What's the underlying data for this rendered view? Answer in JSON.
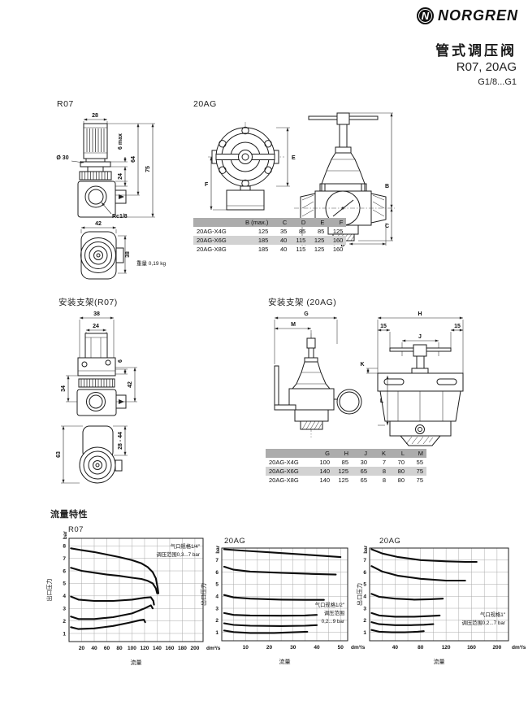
{
  "header": {
    "brand": "NORGREN",
    "emblem": "N",
    "title": "管式调压阀",
    "models": "R07, 20AG",
    "sizes": "G1/8...G1"
  },
  "sections": {
    "r07": "R07",
    "ag20": "20AG",
    "bracket_r07": "安装支架(R07)",
    "bracket_20ag": "安装支架 (20AG)",
    "flow": "流量特性"
  },
  "drawings": {
    "r07": {
      "w28": "28",
      "dia30": "Ø 30",
      "travel": "6 max",
      "h24": "24",
      "h64": "64",
      "h75": "75",
      "port": "Rc1/8",
      "w42": "42",
      "h38": "38",
      "weight": "重量 0,19 kg"
    },
    "ag20": {
      "e": "E",
      "f": "F",
      "b": "B",
      "c": "C",
      "d": "D"
    },
    "bracket_r07": {
      "w38": "38",
      "w24": "24",
      "h6": "6",
      "h42": "42",
      "h34": "34",
      "h63": "63",
      "slot": "28 - 44"
    },
    "bracket_20ag": {
      "g": "G",
      "m": "M",
      "h": "H",
      "left15": "15",
      "right15": "15",
      "j": "J",
      "k": "K",
      "l": "L"
    }
  },
  "dim_table_1": {
    "headers": [
      "",
      "B (max.)",
      "C",
      "D",
      "E",
      "F"
    ],
    "rows": [
      [
        "20AG-X4G",
        "125",
        "35",
        "85",
        "85",
        "125"
      ],
      [
        "20AG-X6G",
        "185",
        "40",
        "115",
        "125",
        "160"
      ],
      [
        "20AG-X8G",
        "185",
        "40",
        "115",
        "125",
        "160"
      ]
    ]
  },
  "dim_table_2": {
    "headers": [
      "",
      "G",
      "H",
      "J",
      "K",
      "L",
      "M"
    ],
    "rows": [
      [
        "20AG-X4G",
        "100",
        "85",
        "30",
        "7",
        "70",
        "55"
      ],
      [
        "20AG-X6G",
        "140",
        "125",
        "65",
        "8",
        "80",
        "75"
      ],
      [
        "20AG-X8G",
        "140",
        "125",
        "65",
        "8",
        "80",
        "75"
      ]
    ]
  },
  "chart_data": [
    {
      "type": "line",
      "title": "R07",
      "ylabel": "出口压力",
      "y_unit": "bar",
      "xlabel": "流量",
      "x_unit": "dm³/s",
      "xlim": [
        0,
        213
      ],
      "ylim": [
        0.35,
        8.6
      ],
      "grid_x_step": 20,
      "xticks": [
        20,
        40,
        60,
        80,
        100,
        120,
        140,
        160,
        180,
        200
      ],
      "yticks": [
        1,
        2,
        3,
        4,
        5,
        6,
        7,
        8
      ],
      "annotation": [
        "气口规格1/4″",
        "调压范围0,3...7 bar"
      ],
      "legend_position": "none",
      "series": [
        {
          "points": [
            [
              3,
              7.8
            ],
            [
              20,
              7.65
            ],
            [
              40,
              7.5
            ],
            [
              60,
              7.3
            ],
            [
              80,
              7.1
            ],
            [
              100,
              6.85
            ],
            [
              115,
              6.6
            ],
            [
              125,
              6.3
            ],
            [
              133,
              5.9
            ],
            [
              138,
              5.4
            ],
            [
              141,
              4.6
            ],
            [
              142,
              4.2
            ]
          ]
        },
        {
          "points": [
            [
              3,
              6.25
            ],
            [
              20,
              6.0
            ],
            [
              40,
              5.85
            ],
            [
              60,
              5.7
            ],
            [
              80,
              5.6
            ],
            [
              100,
              5.45
            ],
            [
              115,
              5.35
            ],
            [
              125,
              5.2
            ],
            [
              133,
              5.0
            ],
            [
              138,
              4.6
            ],
            [
              140,
              4.2
            ]
          ]
        },
        {
          "points": [
            [
              3,
              3.95
            ],
            [
              15,
              3.7
            ],
            [
              40,
              3.6
            ],
            [
              70,
              3.6
            ],
            [
              100,
              3.7
            ],
            [
              120,
              3.85
            ],
            [
              130,
              3.9
            ],
            [
              134,
              3.6
            ],
            [
              135,
              3.3
            ]
          ]
        },
        {
          "points": [
            [
              3,
              2.35
            ],
            [
              15,
              2.15
            ],
            [
              40,
              2.15
            ],
            [
              70,
              2.3
            ],
            [
              100,
              2.6
            ],
            [
              120,
              3.0
            ],
            [
              130,
              3.25
            ],
            [
              133,
              3.0
            ]
          ]
        },
        {
          "points": [
            [
              3,
              1.5
            ],
            [
              15,
              1.35
            ],
            [
              40,
              1.4
            ],
            [
              70,
              1.6
            ],
            [
              95,
              1.85
            ],
            [
              112,
              2.05
            ],
            [
              119,
              2.1
            ],
            [
              121,
              1.9
            ]
          ]
        }
      ]
    },
    {
      "type": "line",
      "title": "20AG",
      "ylabel": "出口压力",
      "y_unit": "bar",
      "xlabel": "流量",
      "x_unit": "dm³/s",
      "xlim": [
        0,
        53
      ],
      "ylim": [
        0.3,
        8.0
      ],
      "grid_x_step": 5,
      "xticks": [
        10,
        20,
        30,
        40,
        50
      ],
      "yticks": [
        1,
        2,
        3,
        4,
        5,
        6,
        7
      ],
      "annotation": [
        "气口规格1/2″",
        "调压范围",
        "0,2...9 bar"
      ],
      "legend_position": "none",
      "series": [
        {
          "points": [
            [
              1,
              7.9
            ],
            [
              8,
              7.8
            ],
            [
              20,
              7.65
            ],
            [
              35,
              7.45
            ],
            [
              50,
              7.25
            ]
          ]
        },
        {
          "points": [
            [
              1,
              6.45
            ],
            [
              5,
              6.2
            ],
            [
              12,
              6.05
            ],
            [
              25,
              5.95
            ],
            [
              38,
              5.85
            ],
            [
              48,
              5.8
            ]
          ]
        },
        {
          "points": [
            [
              1,
              4.1
            ],
            [
              5,
              3.9
            ],
            [
              12,
              3.8
            ],
            [
              25,
              3.72
            ],
            [
              35,
              3.7
            ],
            [
              43,
              3.7
            ]
          ]
        },
        {
          "points": [
            [
              1,
              2.6
            ],
            [
              5,
              2.45
            ],
            [
              12,
              2.4
            ],
            [
              25,
              2.38
            ],
            [
              35,
              2.4
            ],
            [
              40,
              2.45
            ]
          ]
        },
        {
          "points": [
            [
              1,
              1.75
            ],
            [
              5,
              1.62
            ],
            [
              12,
              1.55
            ],
            [
              25,
              1.52
            ],
            [
              35,
              1.55
            ],
            [
              40,
              1.6
            ]
          ]
        },
        {
          "points": [
            [
              1,
              1.15
            ],
            [
              5,
              1.02
            ],
            [
              12,
              0.95
            ],
            [
              22,
              0.95
            ],
            [
              30,
              1.0
            ],
            [
              36,
              1.05
            ]
          ]
        }
      ]
    },
    {
      "type": "line",
      "title": "20AG",
      "ylabel": "出口压力",
      "y_unit": "bar",
      "xlabel": "流量",
      "x_unit": "dm³/s",
      "xlim": [
        0,
        218
      ],
      "ylim": [
        0.3,
        8.0
      ],
      "grid_x_step": 20,
      "xticks": [
        40,
        80,
        120,
        160,
        200
      ],
      "yticks": [
        1,
        2,
        3,
        4,
        5,
        6,
        7
      ],
      "annotation": [
        "气口规格1″",
        "调压范围0,2...7 bar"
      ],
      "legend_position": "none",
      "series": [
        {
          "points": [
            [
              3,
              7.9
            ],
            [
              20,
              7.55
            ],
            [
              45,
              7.25
            ],
            [
              80,
              7.0
            ],
            [
              120,
              6.9
            ],
            [
              150,
              6.85
            ],
            [
              168,
              6.85
            ]
          ]
        },
        {
          "points": [
            [
              3,
              6.5
            ],
            [
              20,
              6.05
            ],
            [
              45,
              5.7
            ],
            [
              80,
              5.45
            ],
            [
              120,
              5.3
            ],
            [
              150,
              5.3
            ]
          ]
        },
        {
          "points": [
            [
              3,
              4.2
            ],
            [
              15,
              3.95
            ],
            [
              40,
              3.8
            ],
            [
              70,
              3.72
            ],
            [
              95,
              3.75
            ],
            [
              115,
              3.8
            ]
          ]
        },
        {
          "points": [
            [
              3,
              2.6
            ],
            [
              15,
              2.4
            ],
            [
              40,
              2.3
            ],
            [
              70,
              2.3
            ],
            [
              95,
              2.35
            ],
            [
              110,
              2.4
            ]
          ]
        },
        {
          "points": [
            [
              3,
              1.85
            ],
            [
              15,
              1.68
            ],
            [
              40,
              1.6
            ],
            [
              65,
              1.6
            ],
            [
              85,
              1.63
            ],
            [
              100,
              1.68
            ]
          ]
        },
        {
          "points": [
            [
              3,
              1.2
            ],
            [
              15,
              1.05
            ],
            [
              35,
              1.0
            ],
            [
              55,
              1.0
            ],
            [
              75,
              1.05
            ],
            [
              85,
              1.1
            ]
          ]
        }
      ]
    }
  ]
}
